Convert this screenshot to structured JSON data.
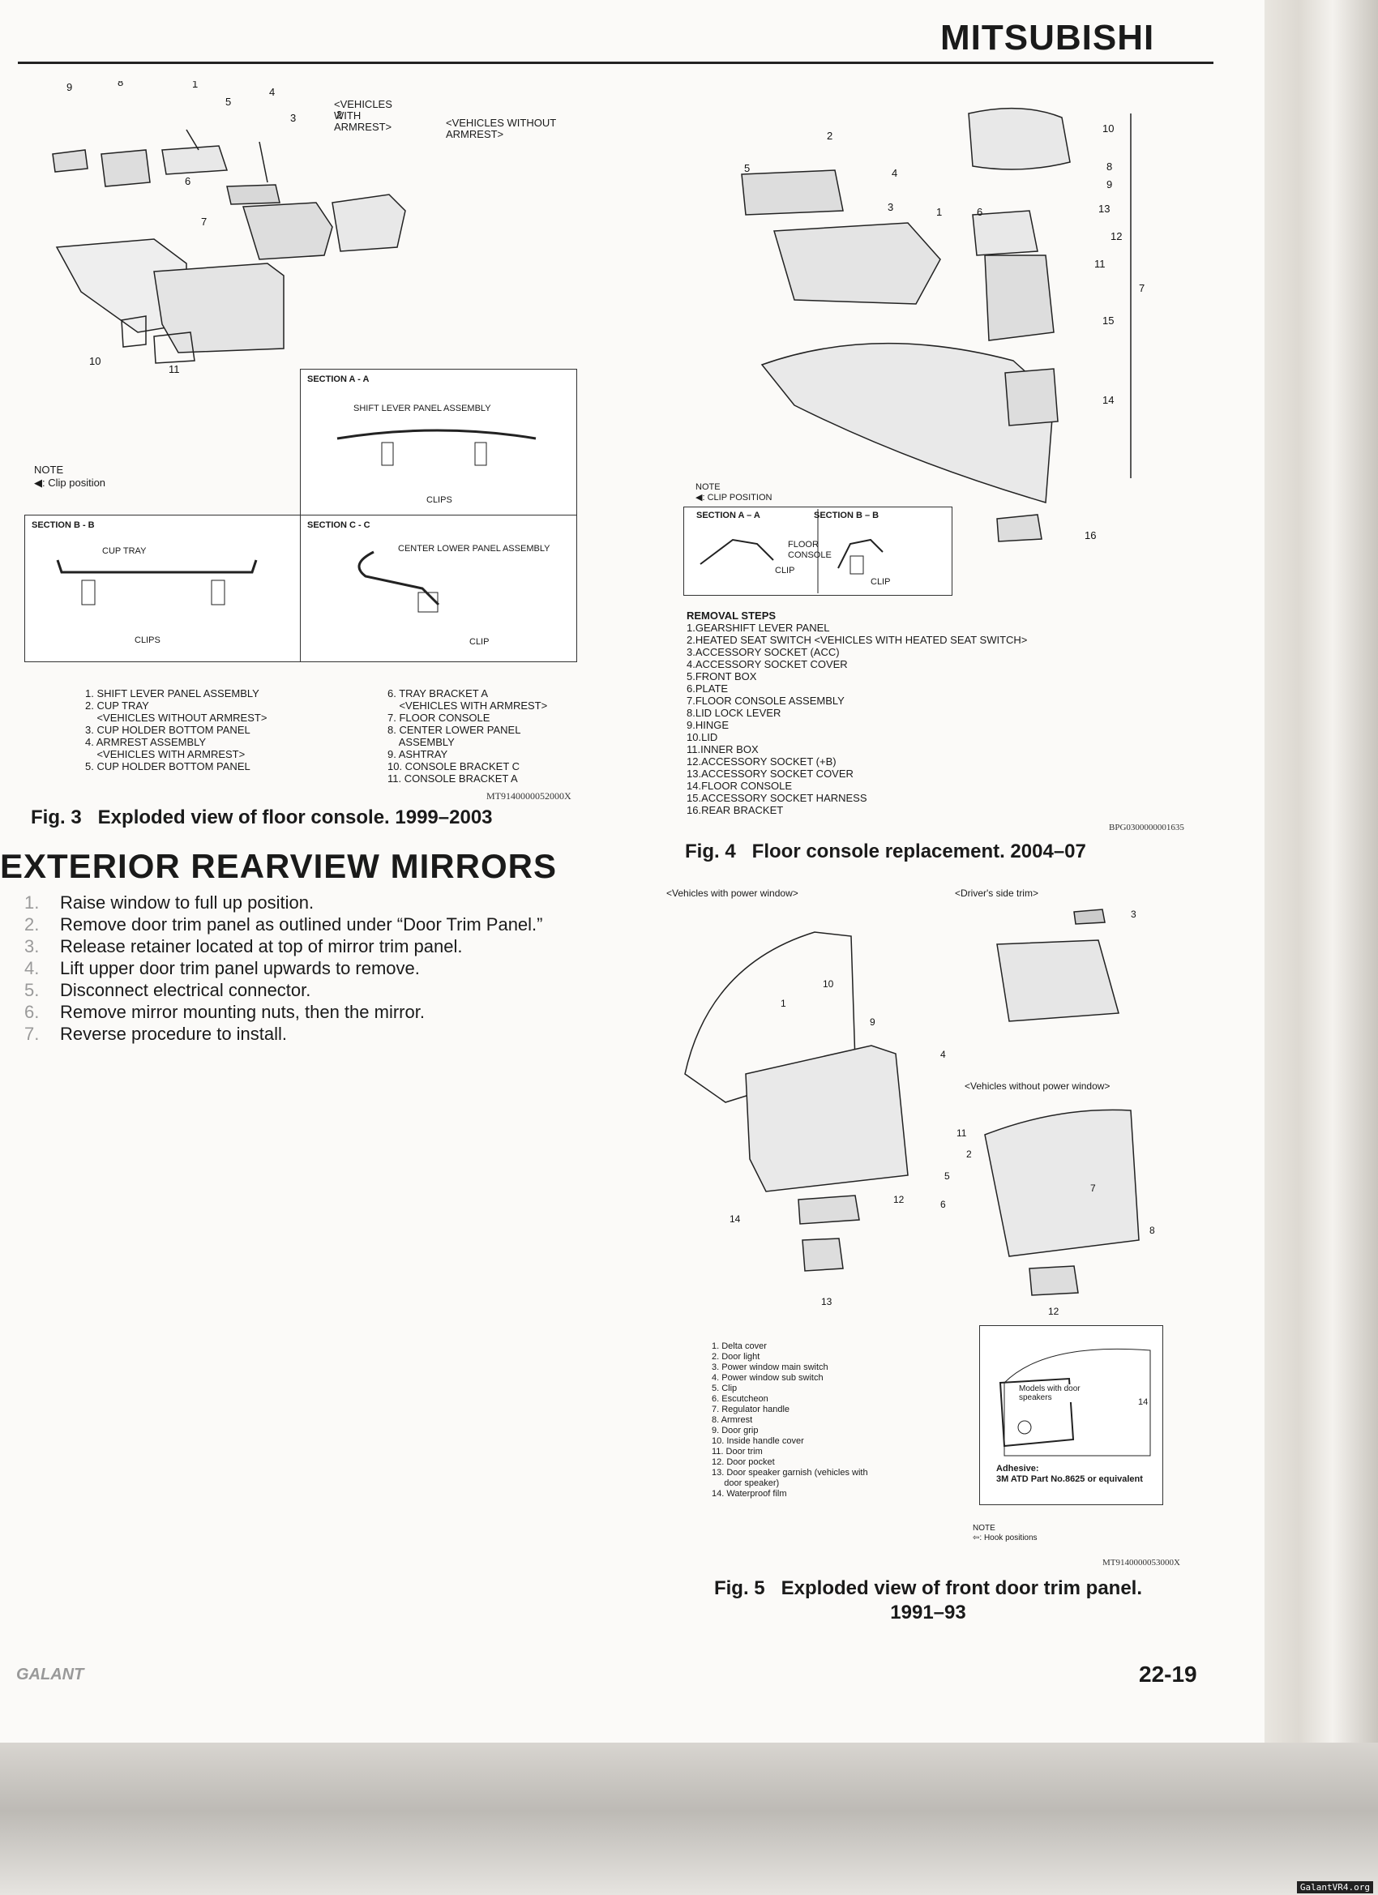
{
  "header": {
    "brand": "MITSUBISHI"
  },
  "fig3": {
    "caption": "Fig. 3   Exploded view of floor console. 1999–2003",
    "code": "MT9140000052000X",
    "callouts": [
      "<VEHICLES WITH ARMREST>",
      "<VEHICLES WITHOUT ARMREST>"
    ],
    "note_title": "NOTE",
    "note_text": ": Clip position",
    "section_aa": {
      "title": "SECTION A - A",
      "label": "SHIFT LEVER PANEL ASSEMBLY",
      "clips": "CLIPS"
    },
    "section_bb": {
      "title": "SECTION B - B",
      "label": "CUP TRAY",
      "clips": "CLIPS"
    },
    "section_cc": {
      "title": "SECTION C - C",
      "label": "CENTER LOWER PANEL ASSEMBLY",
      "clips": "CLIP"
    },
    "legend_left": [
      "1. SHIFT LEVER PANEL ASSEMBLY",
      "2. CUP TRAY",
      "    <VEHICLES WITHOUT ARMREST>",
      "3. CUP HOLDER BOTTOM PANEL",
      "4. ARMREST ASSEMBLY",
      "    <VEHICLES WITH ARMREST>",
      "5. CUP HOLDER BOTTOM PANEL"
    ],
    "legend_right": [
      "6. TRAY BRACKET A",
      "    <VEHICLES WITH ARMREST>",
      "7. FLOOR CONSOLE",
      "8. CENTER LOWER PANEL",
      "    ASSEMBLY",
      "9. ASHTRAY",
      "10. CONSOLE BRACKET C",
      "11. CONSOLE BRACKET A"
    ]
  },
  "fig4": {
    "caption": "Fig. 4   Floor console replacement. 2004–07",
    "code": "BPG0300000001635",
    "note_title": "NOTE",
    "note_text": ": CLIP POSITION",
    "section_aa": "SECTION A – A",
    "section_bb": "SECTION B – B",
    "section_labels": [
      "FLOOR",
      "CONSOLE",
      "CLIP",
      "CLIP"
    ],
    "steps_title": "REMOVAL STEPS",
    "steps": [
      "1.GEARSHIFT LEVER PANEL",
      "2.HEATED SEAT SWITCH <VEHICLES WITH HEATED SEAT SWITCH>",
      "3.ACCESSORY SOCKET (ACC)",
      "4.ACCESSORY SOCKET COVER",
      "5.FRONT BOX",
      "6.PLATE",
      "7.FLOOR CONSOLE ASSEMBLY",
      "8.LID LOCK LEVER",
      "9.HINGE",
      "10.LID",
      "11.INNER BOX",
      "12.ACCESSORY SOCKET (+B)",
      "13.ACCESSORY SOCKET COVER",
      "14.FLOOR CONSOLE",
      "15.ACCESSORY SOCKET HARNESS",
      "16.REAR BRACKET"
    ]
  },
  "fig5": {
    "caption_line1": "Fig. 5   Exploded view of front door trim panel.",
    "caption_line2": "1991–93",
    "code": "MT9140000053000X",
    "label_power": "<Vehicles with power window>",
    "label_driver": "<Driver's side trim>",
    "label_without": "<Vehicles without power window>",
    "legend": [
      "1. Delta cover",
      "2. Door light",
      "3. Power window main switch",
      "4. Power window sub switch",
      "5. Clip",
      "6. Escutcheon",
      "7. Regulator handle",
      "8. Armrest",
      "9. Door grip",
      "10. Inside handle cover",
      "11. Door trim",
      "12. Door pocket",
      "13. Door speaker garnish (vehicles with",
      "     door speaker)",
      "14. Waterproof film"
    ],
    "inset_models": "Models with door speakers",
    "inset_adhesive": "Adhesive:",
    "inset_part": "3M ATD Part No.8625 or equivalent",
    "note_title": "NOTE",
    "note_text": ": Hook positions"
  },
  "section": {
    "heading": "EXTERIOR REARVIEW MIRRORS",
    "steps": [
      {
        "num": "1.",
        "text": "Raise window to full up position."
      },
      {
        "num": "2.",
        "text": "Remove door trim panel as outlined under “Door Trim Panel.”"
      },
      {
        "num": "3.",
        "text": "Release retainer located at top of mirror trim panel."
      },
      {
        "num": "4.",
        "text": "Lift upper door trim panel upwards to remove."
      },
      {
        "num": "5.",
        "text": "Disconnect electrical connector."
      },
      {
        "num": "6.",
        "text": "Remove mirror mounting nuts, then the mirror."
      },
      {
        "num": "7.",
        "text": "Reverse procedure to install."
      }
    ]
  },
  "footer": {
    "left": "GALANT",
    "page": "22-19",
    "watermark": "GalantVR4.org"
  }
}
